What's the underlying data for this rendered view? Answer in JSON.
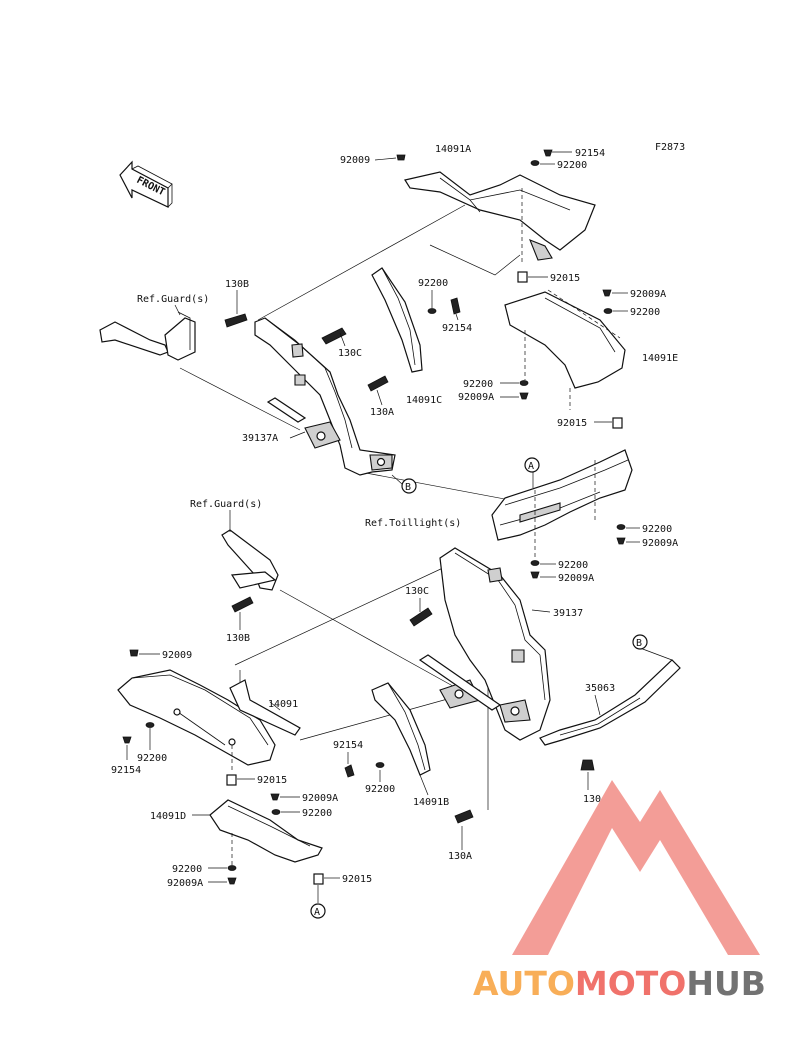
{
  "figure_code": "F2873",
  "front_label": "FRONT",
  "refs": {
    "guard_upper": "Ref.Guard(s)",
    "guard_lower": "Ref.Guard(s)",
    "taillight": "Ref.Toillight(s)"
  },
  "circle_refs": {
    "a": "A",
    "b": "B"
  },
  "parts": {
    "p92009_top": "92009",
    "p14091A": "14091A",
    "p92154_top": "92154",
    "p92200_top": "92200",
    "p92015_top": "92015",
    "p92009A_r": "92009A",
    "p92200_r": "92200",
    "p14091E": "14091E",
    "p92200_ctr": "92200",
    "p92154_ctr": "92154",
    "p14091C": "14091C",
    "p130B_top": "130B",
    "p130C_top": "130C",
    "p130A_top": "130A",
    "p39137A": "39137A",
    "p92200_l2": "92200",
    "p92009A_l2": "92009A",
    "p92015_mid": "92015",
    "p92200_tl1": "92200",
    "p92009A_tl1": "92009A",
    "p92200_tl2": "92200",
    "p92009A_tl2": "92009A",
    "p130C_low": "130C",
    "p39137": "39137",
    "p130B_low": "130B",
    "p92009_low": "92009",
    "p14091": "14091",
    "p35063": "35063",
    "p92200_ll": "92200",
    "p92154_ll": "92154",
    "p92154_lc": "92154",
    "p92200_lc": "92200",
    "p14091B": "14091B",
    "p130": "130",
    "p92015_low": "92015",
    "p92009A_low": "92009A",
    "p92200_low": "92200",
    "p14091D": "14091D",
    "p92200_bl": "92200",
    "p92009A_bl": "92009A",
    "p92015_bot": "92015",
    "p130A_low": "130A"
  },
  "watermark": {
    "part1": "AUTO",
    "part2": "MOTO",
    "part3": "HUB",
    "color_orange": "#f7a13c",
    "color_red": "#ee5a52",
    "color_gray": "#5a5a5a",
    "triangle_color": "#f28d86"
  }
}
